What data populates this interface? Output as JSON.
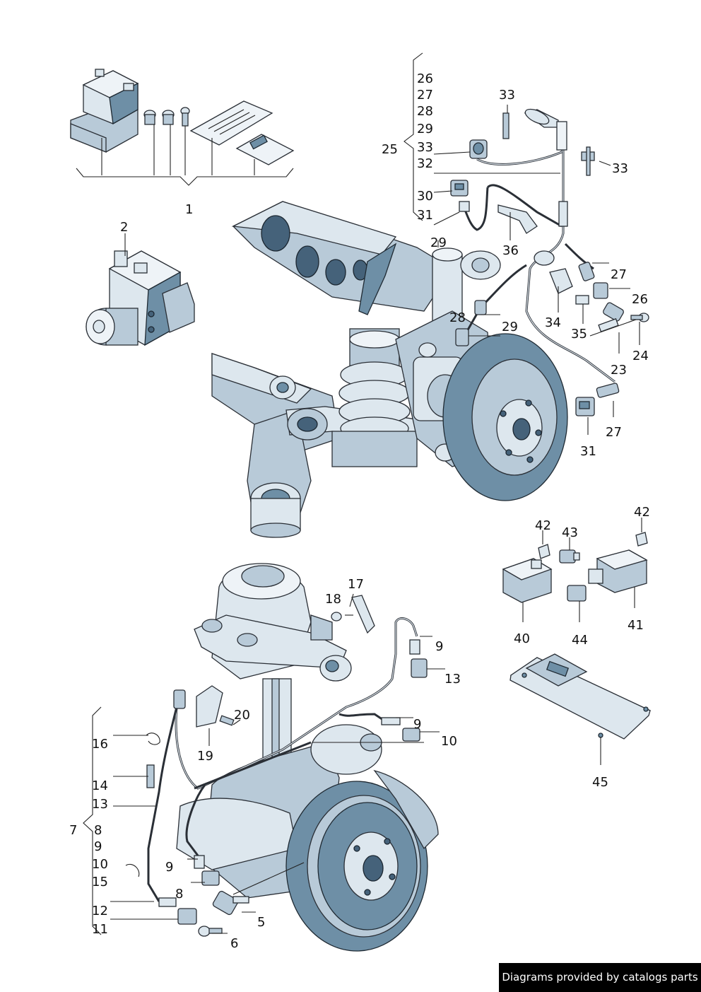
{
  "callouts": {
    "c1": "1",
    "c2": "2",
    "c5": "5",
    "c6": "6",
    "c7": "7",
    "c8a": "8",
    "c8b": "8",
    "c9a": "9",
    "c9b": "9",
    "c9c": "9",
    "c9d": "9",
    "c10a": "10",
    "c10b": "10",
    "c11": "11",
    "c12": "12",
    "c13a": "13",
    "c13b": "13",
    "c14": "14",
    "c15": "15",
    "c16": "16",
    "c17": "17",
    "c18": "18",
    "c19": "19",
    "c20": "20",
    "c23": "23",
    "c24": "24",
    "c25": "25",
    "c26a": "26",
    "c26b": "26",
    "c27a": "27",
    "c27b": "27",
    "c27c": "27",
    "c28a": "28",
    "c28b": "28",
    "c29a": "29",
    "c29b": "29",
    "c29c": "29",
    "c30": "30",
    "c31a": "31",
    "c31b": "31",
    "c32": "32",
    "c33a": "33",
    "c33b": "33",
    "c33c": "33",
    "c34": "34",
    "c35": "35",
    "c36": "36",
    "c40": "40",
    "c41": "41",
    "c42a": "42",
    "c42b": "42",
    "c43": "43",
    "c44": "44",
    "c45": "45"
  },
  "credit": "Diagrams provided by catalogs parts"
}
